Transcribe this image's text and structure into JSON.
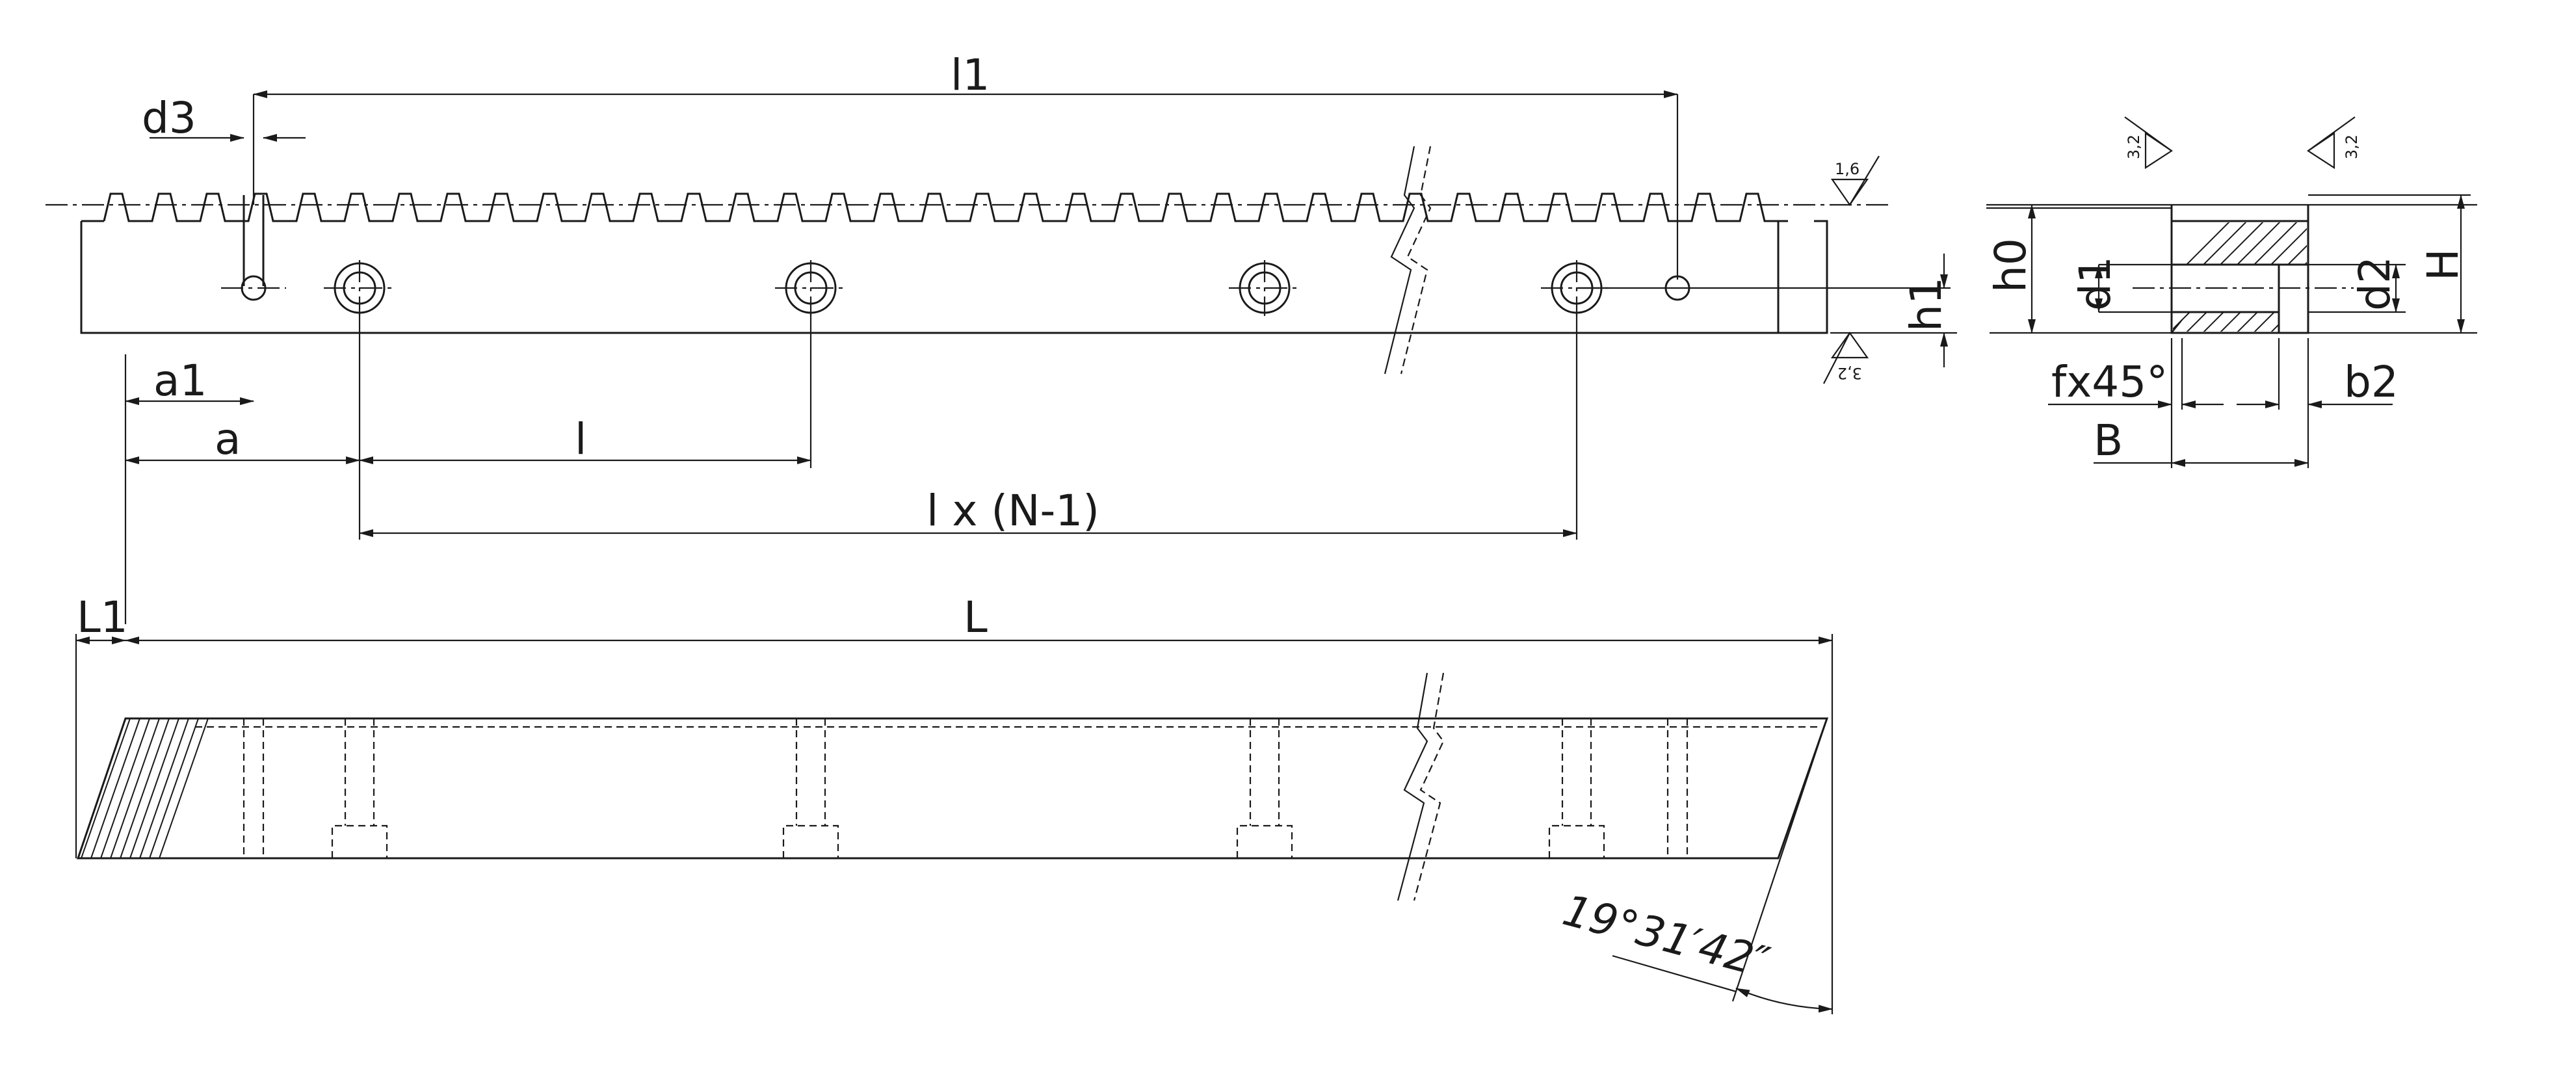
{
  "labels": {
    "l1": "l1",
    "d3": "d3",
    "a1": "a1",
    "a": "a",
    "l": "l",
    "l_n": "l x (N-1)",
    "h1": "h1",
    "L1": "L1",
    "L": "L",
    "h0": "h0",
    "d1": "d1",
    "d2": "d2",
    "H": "H",
    "fx45": "fx45°",
    "b2": "b2",
    "B": "B",
    "angle": "19°31′42″"
  },
  "surface_finish": {
    "top": "1,6",
    "bottom": "3,2",
    "side_left": "3,2",
    "side_right": "3,2"
  },
  "colors": {
    "ink": "#1a1a1a",
    "background": "#ffffff"
  }
}
